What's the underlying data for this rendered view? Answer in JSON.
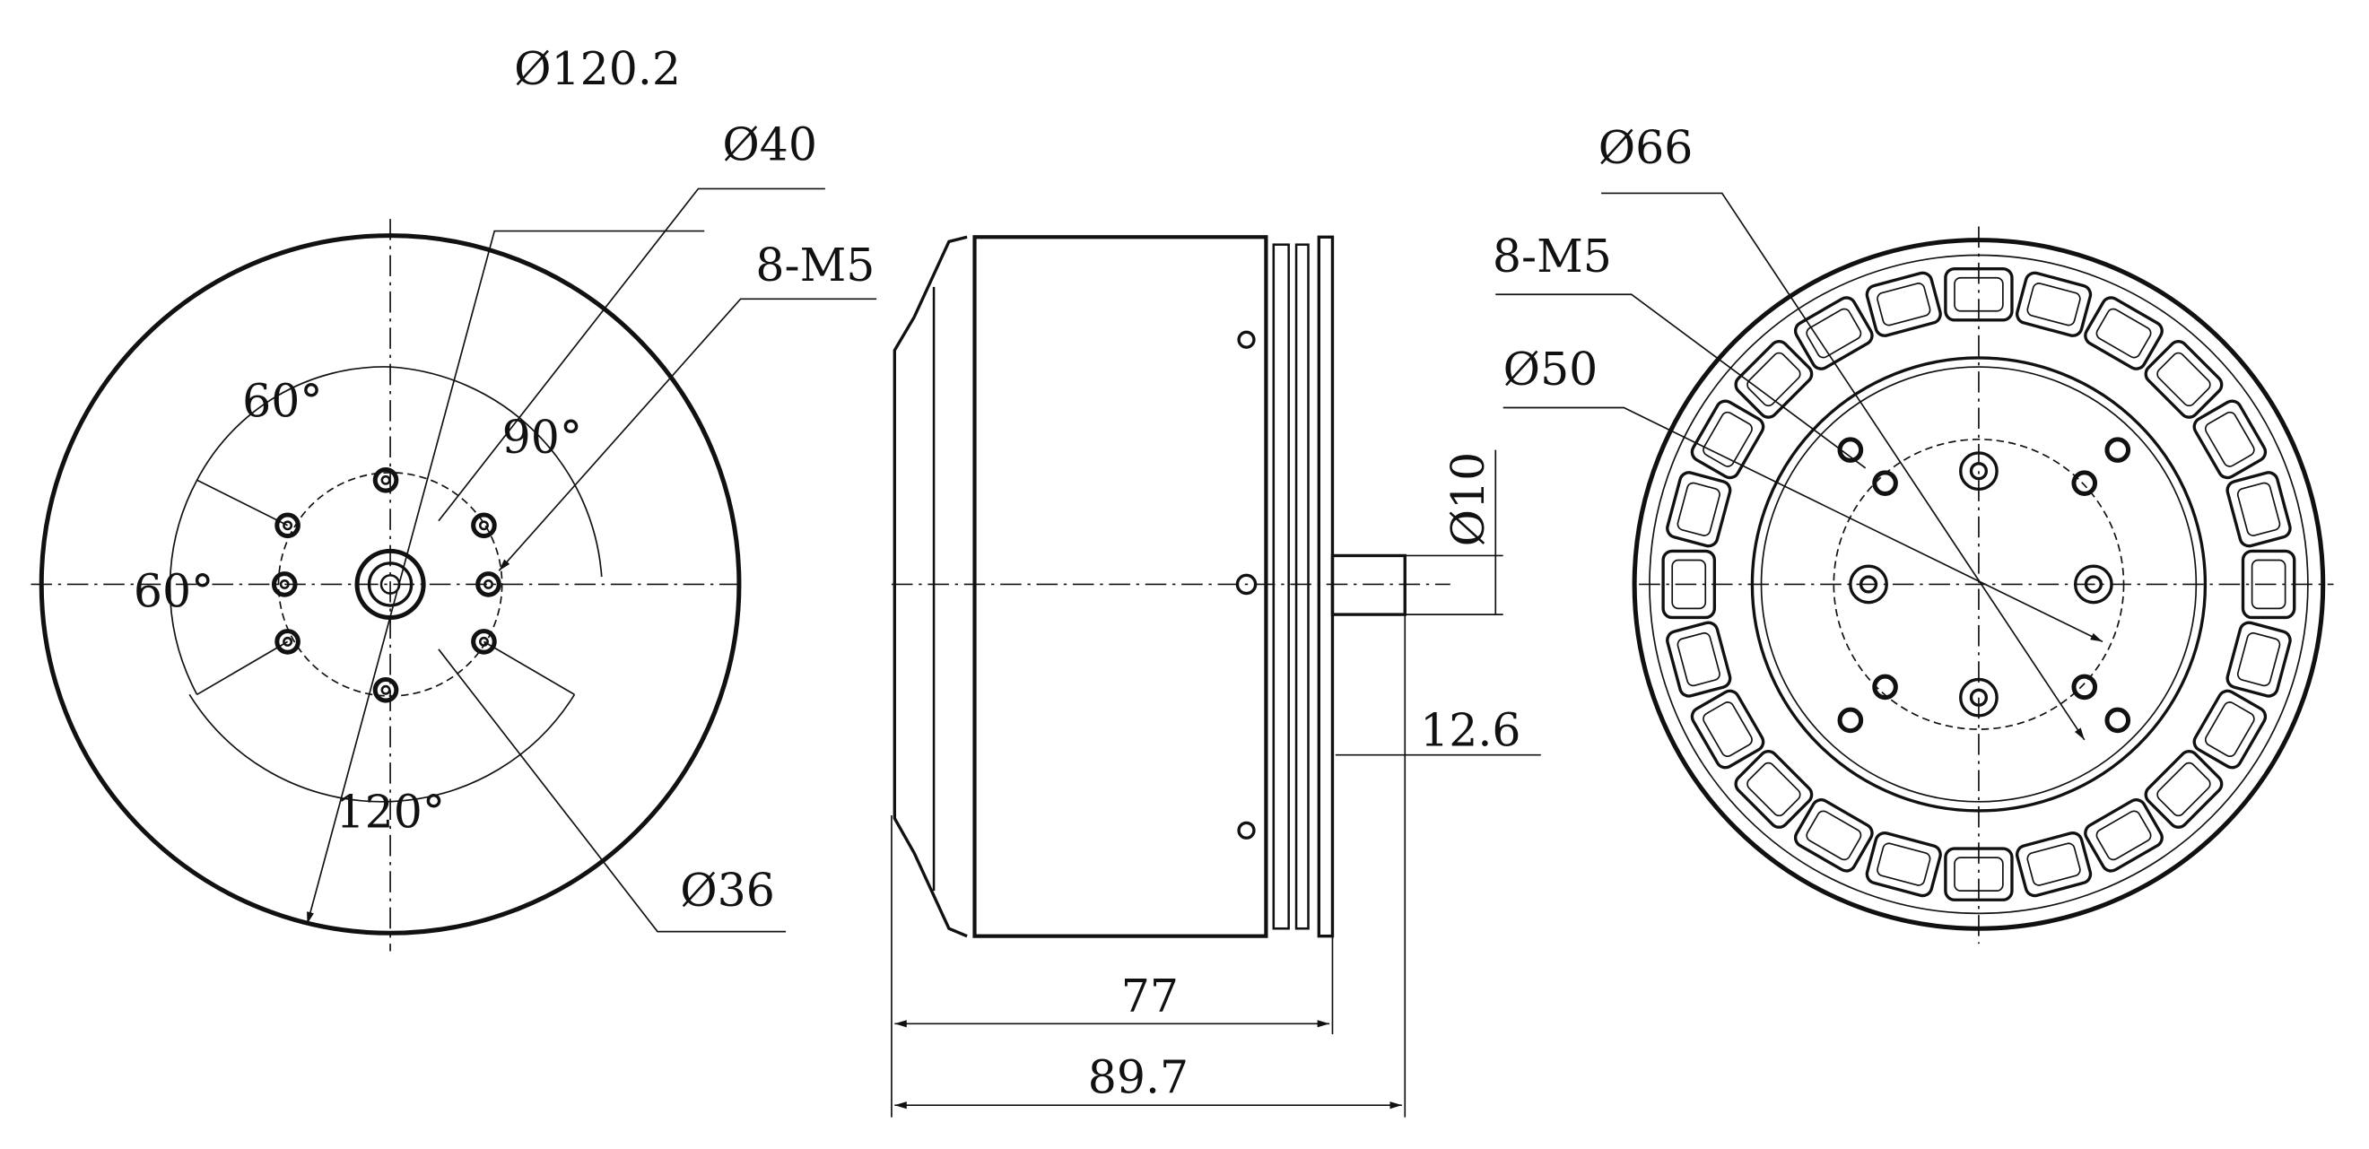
{
  "front_view": {
    "dia_outer": "Ø120.2",
    "dia_40": "Ø40",
    "holes": "8-M5",
    "angle_60_top": "60°",
    "angle_90": "90°",
    "angle_60_left": "60°",
    "angle_120": "120°",
    "dia_36": "Ø36"
  },
  "side_view": {
    "shaft_dia": "Ø10",
    "shaft_len": "12.6",
    "body_len": "77",
    "total_len": "89.7"
  },
  "rear_view": {
    "dia_66": "Ø66",
    "holes": "8-M5",
    "dia_50": "Ø50"
  }
}
